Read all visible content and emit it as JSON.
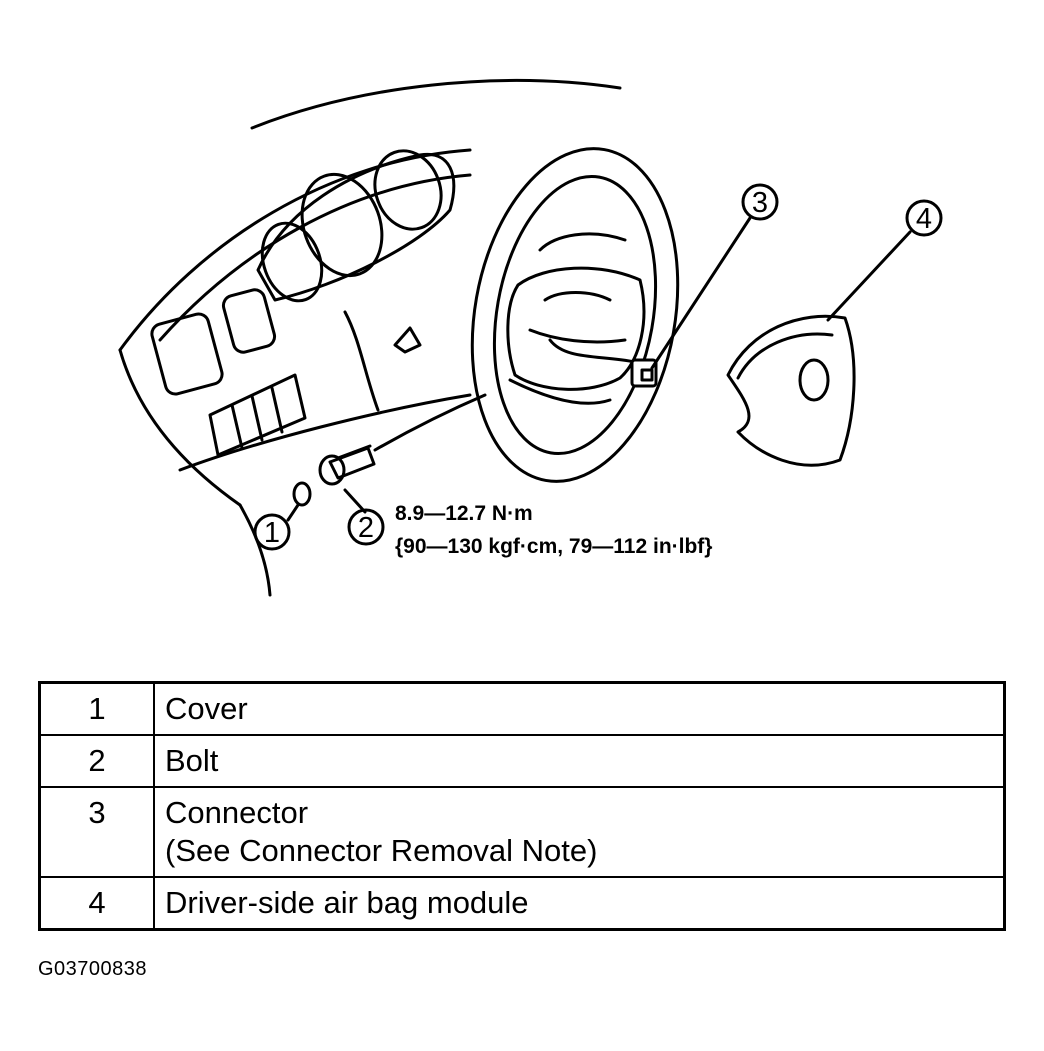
{
  "diagram": {
    "callouts": [
      "1",
      "2",
      "3",
      "4"
    ],
    "torque": {
      "line1": "8.9—12.7 N·m",
      "line2": "{90—130 kgf·cm, 79—112 in·lbf}"
    }
  },
  "legend": {
    "rows": [
      {
        "num": "1",
        "lines": [
          "Cover"
        ]
      },
      {
        "num": "2",
        "lines": [
          "Bolt"
        ]
      },
      {
        "num": "3",
        "lines": [
          "Connector",
          "(See Connector Removal Note)"
        ]
      },
      {
        "num": "4",
        "lines": [
          "Driver-side air bag module"
        ]
      }
    ]
  },
  "figure_id": "G03700838"
}
